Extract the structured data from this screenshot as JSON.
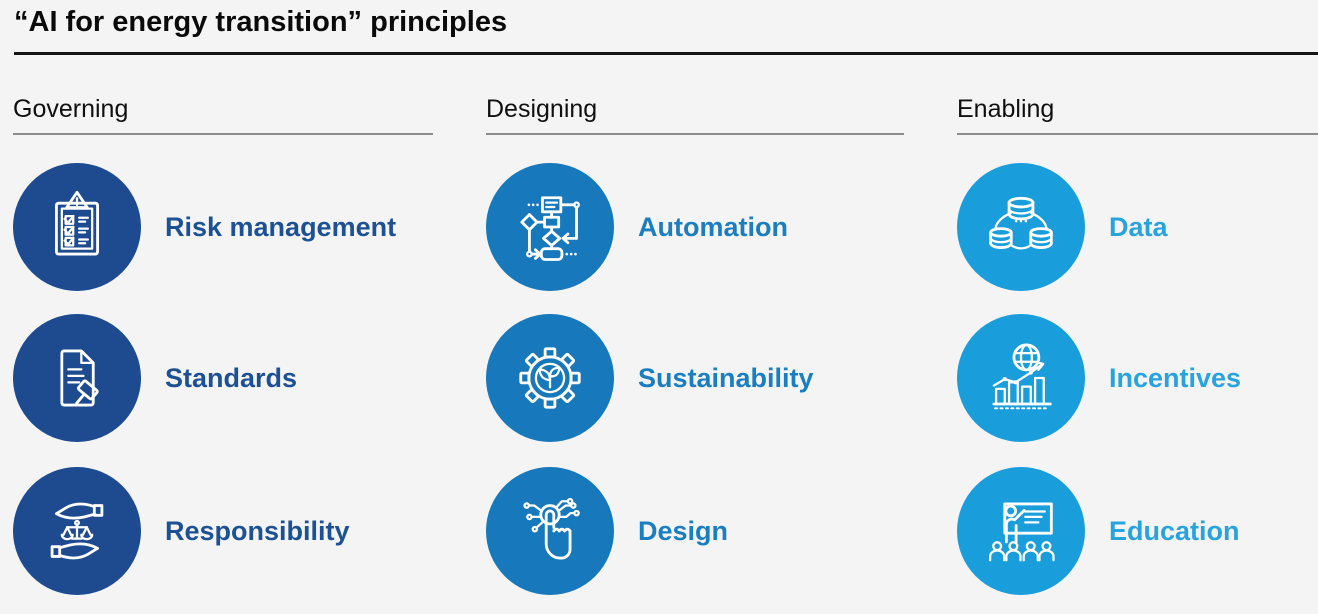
{
  "title": "“AI for energy transition” principles",
  "colors": {
    "background": "#f4f4f5",
    "title_text": "#0a0a0a",
    "top_rule": "#161616",
    "header_underline": "#8c8c8c",
    "governing_accent": "#1e4b8f",
    "designing_accent": "#1878bc",
    "enabling_accent": "#1a9edb",
    "icon_stroke": "#ffffff"
  },
  "columns": [
    {
      "header": "Governing",
      "accent": "#1e4b8f",
      "items": [
        {
          "label": "Risk management",
          "icon": "clipboard-warning-checklist-icon"
        },
        {
          "label": "Standards",
          "icon": "document-gavel-icon"
        },
        {
          "label": "Responsibility",
          "icon": "hands-balance-scale-icon"
        }
      ]
    },
    {
      "header": "Designing",
      "accent": "#1878bc",
      "items": [
        {
          "label": "Automation",
          "icon": "flowchart-icon"
        },
        {
          "label": "Sustainability",
          "icon": "gear-plant-icon"
        },
        {
          "label": "Design",
          "icon": "touch-circuit-icon"
        }
      ]
    },
    {
      "header": "Enabling",
      "accent": "#1a9edb",
      "items": [
        {
          "label": "Data",
          "icon": "database-network-icon"
        },
        {
          "label": "Incentives",
          "icon": "globe-growth-chart-icon"
        },
        {
          "label": "Education",
          "icon": "presenter-classroom-icon"
        }
      ]
    }
  ]
}
